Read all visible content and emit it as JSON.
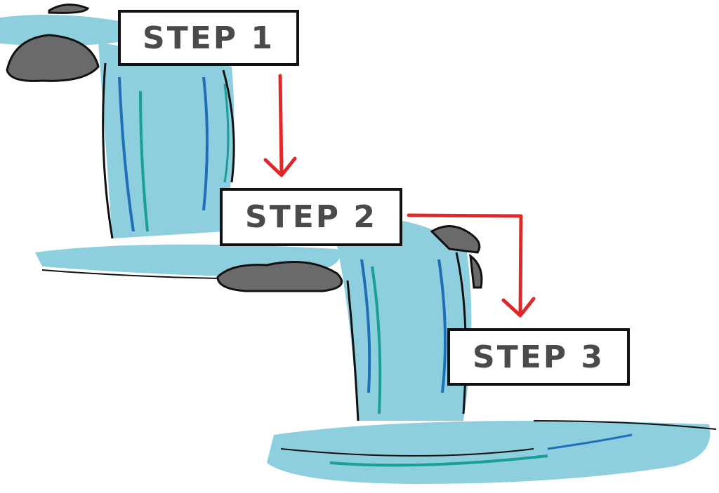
{
  "steps": [
    {
      "label": "STEP 1"
    },
    {
      "label": "STEP 2"
    },
    {
      "label": "STEP 3"
    }
  ],
  "colors": {
    "water": "#8ecfdf",
    "water_dark": "#1f6fb8",
    "water_teal": "#1a9e96",
    "rock": "#6a6a6a",
    "arrow": "#e0282a",
    "outline": "#111111"
  }
}
